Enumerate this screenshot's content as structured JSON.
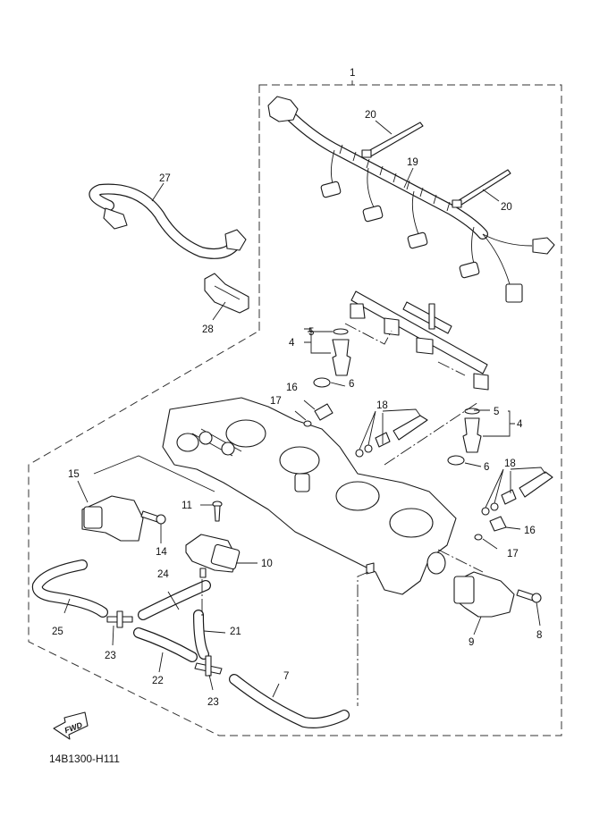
{
  "diagram": {
    "title": "Throttle body assembly parts diagram",
    "drawing_code": "14B1300-H111",
    "direction_badge": "FWD",
    "callouts": [
      {
        "id": "c1",
        "label": "1",
        "part": "wire-harness-assembly"
      },
      {
        "id": "c4a",
        "label": "4",
        "part": "fuel-injector"
      },
      {
        "id": "c4b",
        "label": "4",
        "part": "fuel-injector"
      },
      {
        "id": "c5a",
        "label": "5",
        "part": "o-ring"
      },
      {
        "id": "c5b",
        "label": "5",
        "part": "o-ring"
      },
      {
        "id": "c6a",
        "label": "6",
        "part": "seal"
      },
      {
        "id": "c6b",
        "label": "6",
        "part": "seal"
      },
      {
        "id": "c7",
        "label": "7",
        "part": "hose"
      },
      {
        "id": "c8",
        "label": "8",
        "part": "screw"
      },
      {
        "id": "c9",
        "label": "9",
        "part": "throttle-position-sensor"
      },
      {
        "id": "c10",
        "label": "10",
        "part": "pressure-sensor"
      },
      {
        "id": "c11",
        "label": "11",
        "part": "screw"
      },
      {
        "id": "c14",
        "label": "14",
        "part": "screw"
      },
      {
        "id": "c15",
        "label": "15",
        "part": "sensor"
      },
      {
        "id": "c16a",
        "label": "16",
        "part": "cap"
      },
      {
        "id": "c16b",
        "label": "16",
        "part": "cap"
      },
      {
        "id": "c17a",
        "label": "17",
        "part": "clip"
      },
      {
        "id": "c17b",
        "label": "17",
        "part": "clip"
      },
      {
        "id": "c18a",
        "label": "18",
        "part": "screw-set"
      },
      {
        "id": "c18b",
        "label": "18",
        "part": "screw-set"
      },
      {
        "id": "c19",
        "label": "19",
        "part": "wire-harness"
      },
      {
        "id": "c20a",
        "label": "20",
        "part": "cable-tie"
      },
      {
        "id": "c20b",
        "label": "20",
        "part": "cable-tie"
      },
      {
        "id": "c21",
        "label": "21",
        "part": "hose"
      },
      {
        "id": "c22",
        "label": "22",
        "part": "hose"
      },
      {
        "id": "c23a",
        "label": "23",
        "part": "joint"
      },
      {
        "id": "c23b",
        "label": "23",
        "part": "joint"
      },
      {
        "id": "c24",
        "label": "24",
        "part": "hose"
      },
      {
        "id": "c25",
        "label": "25",
        "part": "hose"
      },
      {
        "id": "c27",
        "label": "27",
        "part": "fuel-hose"
      },
      {
        "id": "c28",
        "label": "28",
        "part": "holder"
      }
    ]
  }
}
